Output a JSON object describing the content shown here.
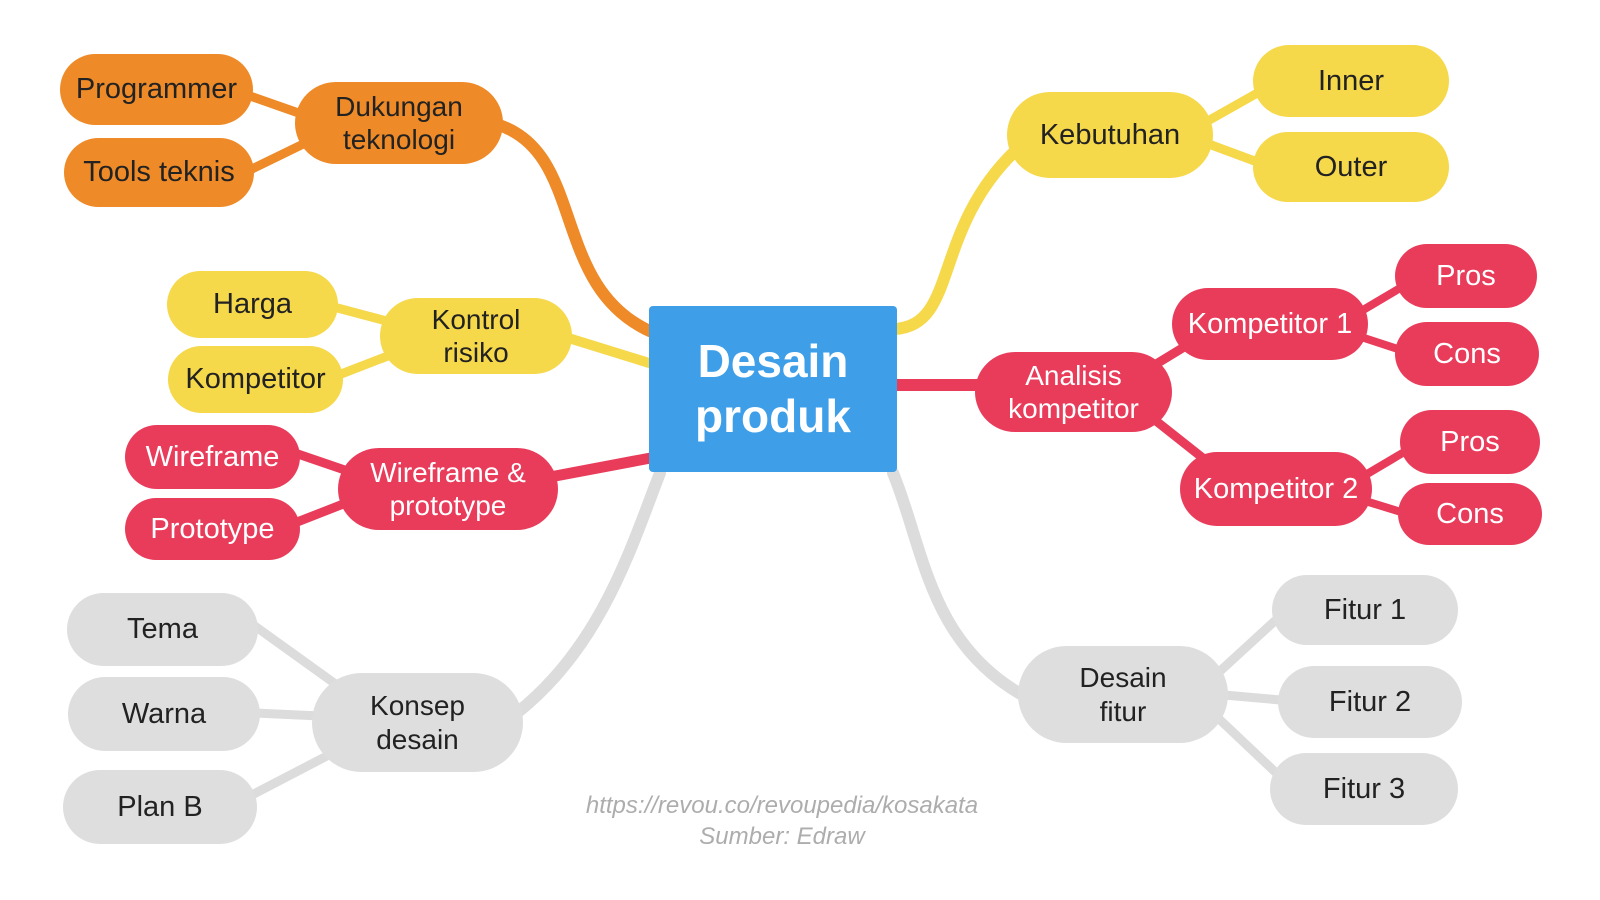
{
  "center": {
    "label": "Desain\nproduk",
    "color": "#3E9FE8"
  },
  "branches": {
    "dukungan_teknologi": {
      "label": "Dukungan\nteknologi",
      "color": "#EE8A28",
      "children": {
        "programmer": "Programmer",
        "tools_teknis": "Tools teknis"
      }
    },
    "kontrol_risiko": {
      "label": "Kontrol\nrisiko",
      "color": "#F6D84B",
      "children": {
        "harga": "Harga",
        "kompetitor": "Kompetitor"
      }
    },
    "wireframe_prototype": {
      "label": "Wireframe &\nprototype",
      "color": "#E93C5B",
      "children": {
        "wireframe": "Wireframe",
        "prototype": "Prototype"
      }
    },
    "konsep_desain": {
      "label": "Konsep\ndesain",
      "color": "#DEDEDE",
      "children": {
        "tema": "Tema",
        "warna": "Warna",
        "plan_b": "Plan B"
      }
    },
    "kebutuhan": {
      "label": "Kebutuhan",
      "color": "#F6D84B",
      "children": {
        "inner": "Inner",
        "outer": "Outer"
      }
    },
    "analisis_kompetitor": {
      "label": "Analisis\nkompetitor",
      "color": "#E93C5B",
      "children": {
        "kompetitor_1": {
          "label": "Kompetitor 1",
          "children": {
            "pros": "Pros",
            "cons": "Cons"
          }
        },
        "kompetitor_2": {
          "label": "Kompetitor 2",
          "children": {
            "pros": "Pros",
            "cons": "Cons"
          }
        }
      }
    },
    "desain_fitur": {
      "label": "Desain\nfitur",
      "color": "#DEDEDE",
      "children": {
        "fitur_1": "Fitur 1",
        "fitur_2": "Fitur 2",
        "fitur_3": "Fitur 3"
      }
    }
  },
  "footer": {
    "url": "https://revou.co/revoupedia/kosakata",
    "source": "Sumber: Edraw"
  }
}
